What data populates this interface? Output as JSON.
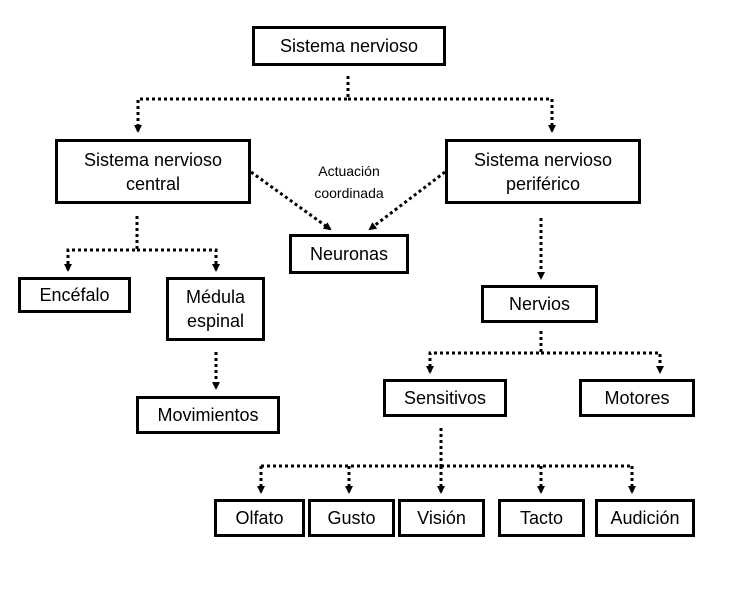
{
  "diagram": {
    "nodes": {
      "root": "Sistema nervioso",
      "central": "Sistema nervioso\ncentral",
      "peripheral": "Sistema nervioso\nperiférico",
      "neurons": "Neuronas",
      "brain": "Encéfalo",
      "spinal": "Médula\nespinal",
      "movements": "Movimientos",
      "nerves": "Nervios",
      "sensory": "Sensitivos",
      "motor": "Motores",
      "smell": "Olfato",
      "taste": "Gusto",
      "vision": "Visión",
      "touch": "Tacto",
      "hearing": "Audición"
    },
    "annotation": "Actuación\ncoordinada",
    "edges": [
      {
        "from": "root",
        "to": "central"
      },
      {
        "from": "root",
        "to": "peripheral"
      },
      {
        "from": "central",
        "to": "neurons"
      },
      {
        "from": "peripheral",
        "to": "neurons"
      },
      {
        "from": "central",
        "to": "brain"
      },
      {
        "from": "central",
        "to": "spinal"
      },
      {
        "from": "spinal",
        "to": "movements"
      },
      {
        "from": "peripheral",
        "to": "nerves"
      },
      {
        "from": "nerves",
        "to": "sensory"
      },
      {
        "from": "nerves",
        "to": "motor"
      },
      {
        "from": "sensory",
        "to": "smell"
      },
      {
        "from": "sensory",
        "to": "taste"
      },
      {
        "from": "sensory",
        "to": "vision"
      },
      {
        "from": "sensory",
        "to": "touch"
      },
      {
        "from": "sensory",
        "to": "hearing"
      }
    ],
    "line_color": "#000000"
  }
}
